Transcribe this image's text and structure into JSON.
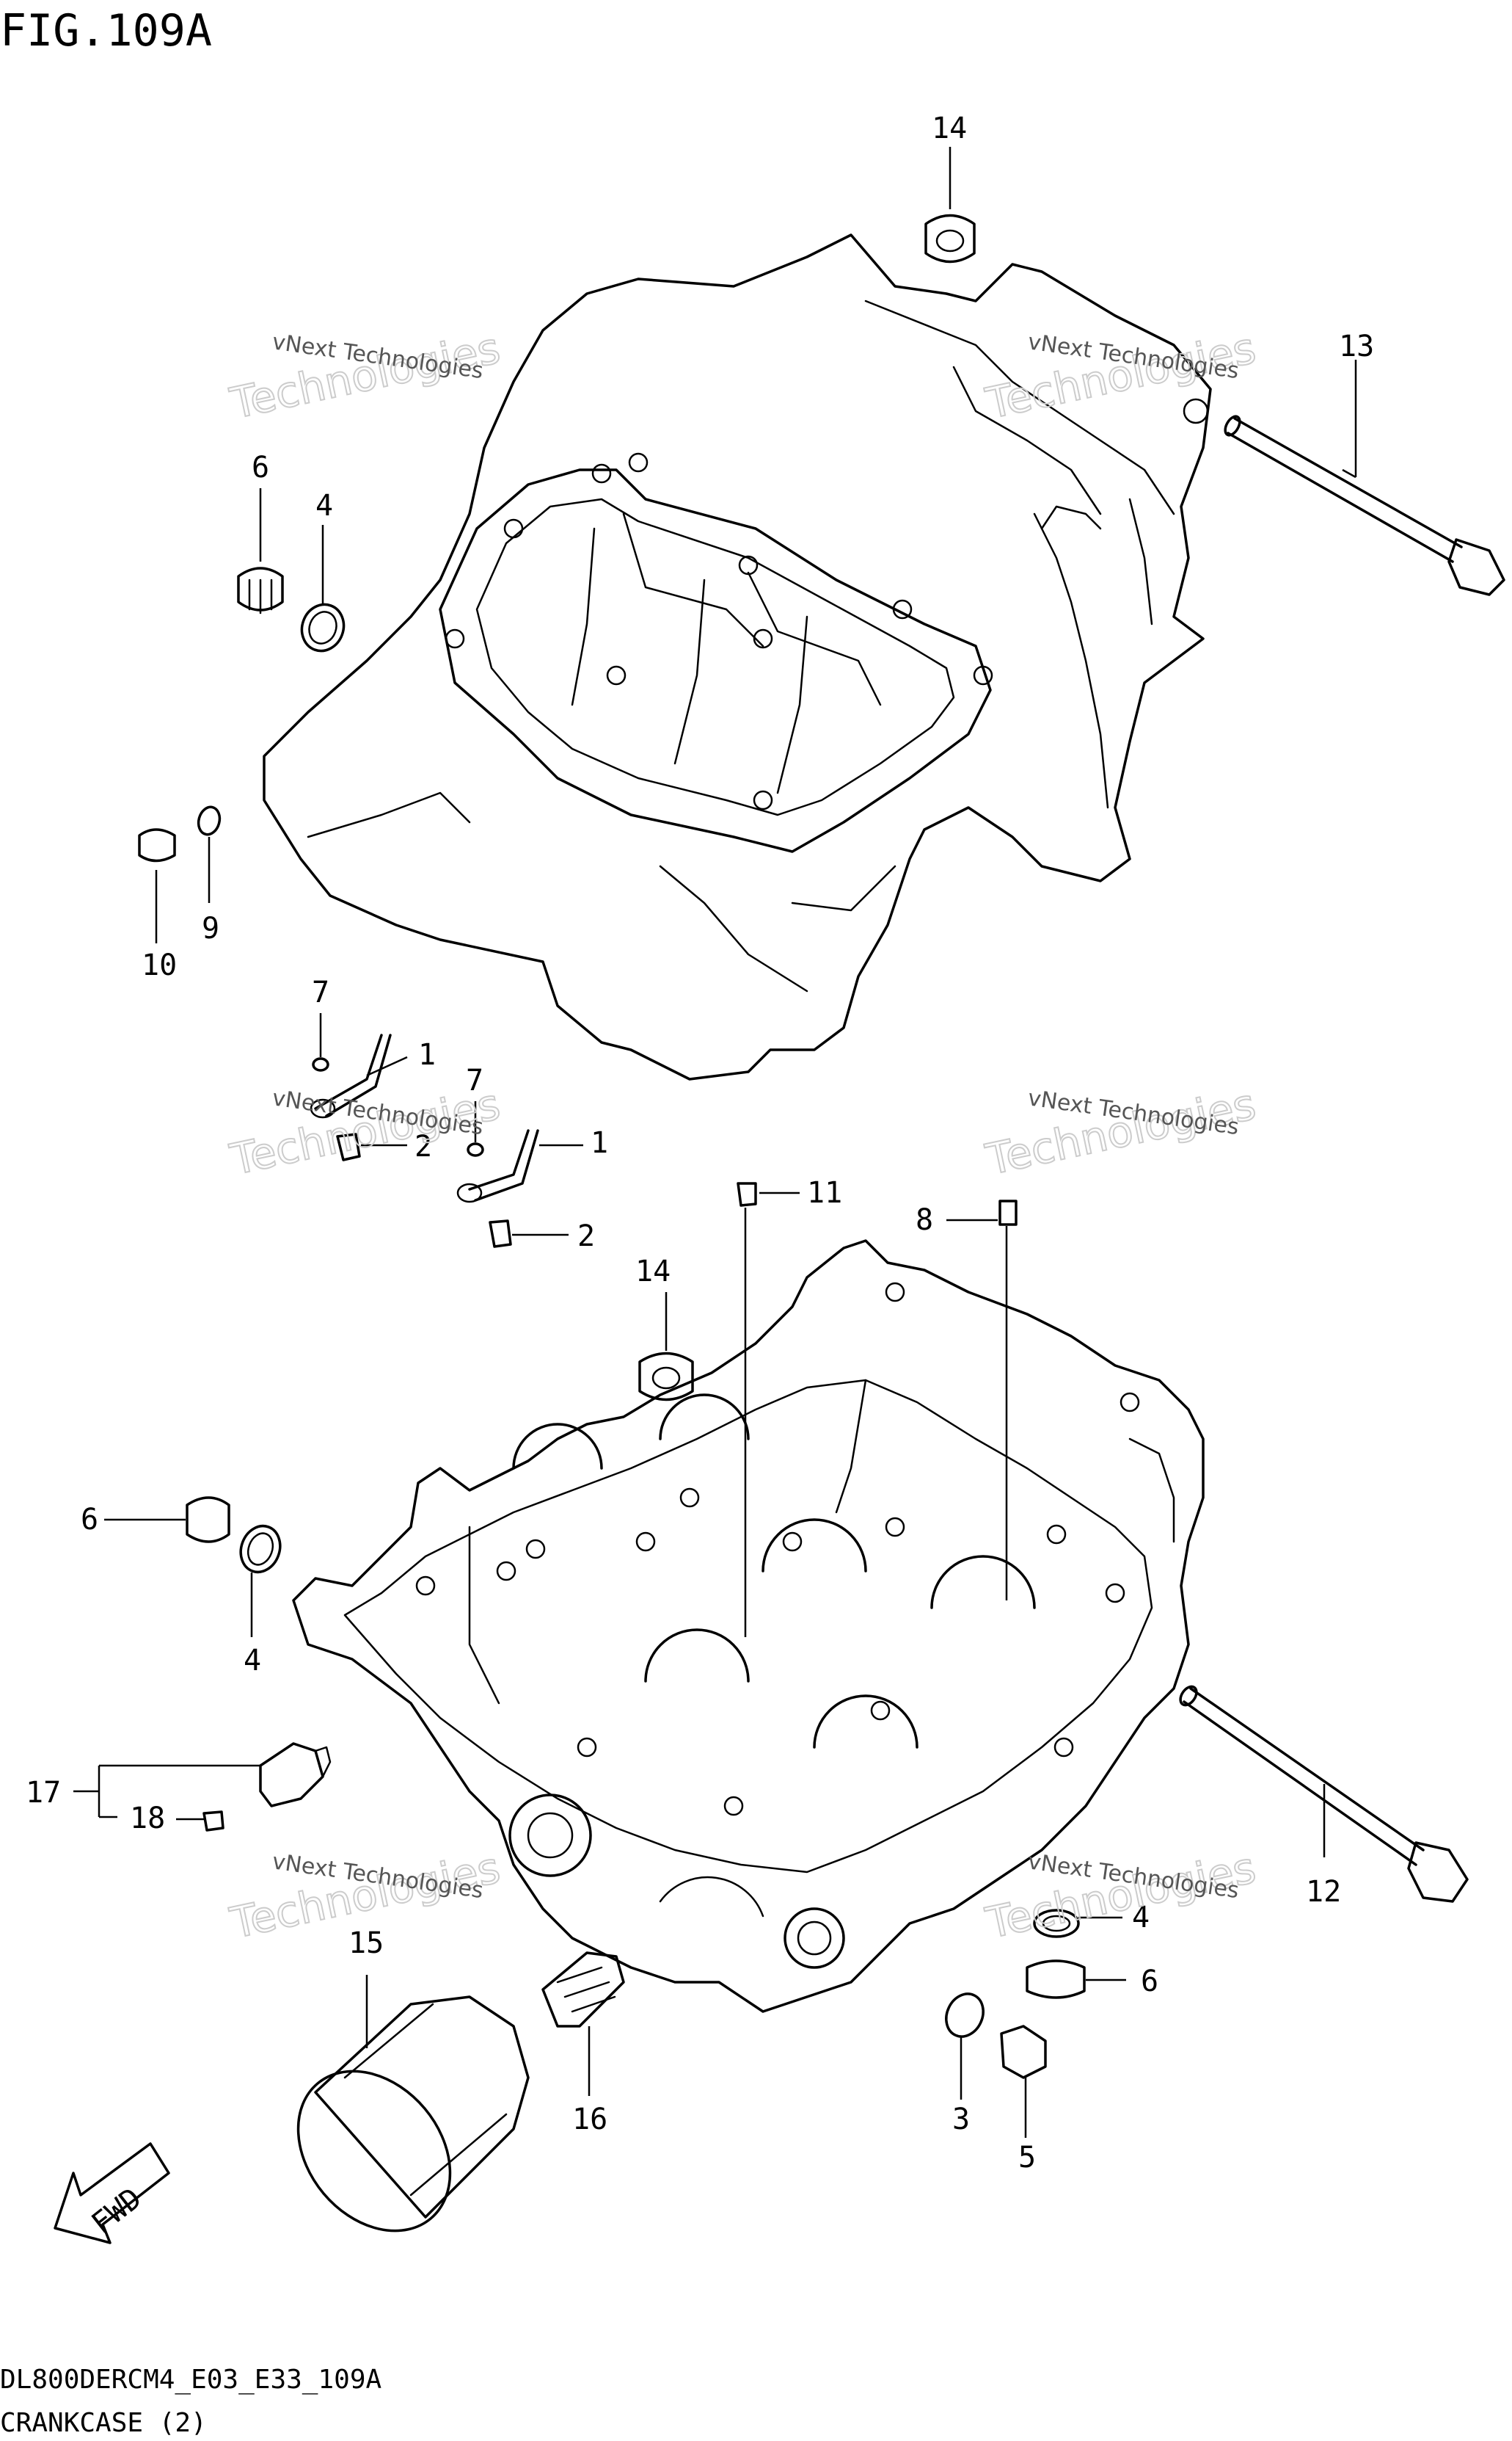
{
  "figure": {
    "title": "FIG.109A",
    "code": "DL800DERCM4_E03_E33_109A",
    "caption": "CRANKCASE (2)"
  },
  "watermark": {
    "line1": "vNext Technologies",
    "line2": "Technologies",
    "line3": "vNext"
  },
  "callouts": {
    "c1a": "1",
    "c1b": "1",
    "c2a": "2",
    "c2b": "2",
    "c3": "3",
    "c4a": "4",
    "c4b": "4",
    "c4c": "4",
    "c5": "5",
    "c6a": "6",
    "c6b": "6",
    "c6c": "6",
    "c7a": "7",
    "c7b": "7",
    "c8": "8",
    "c9": "9",
    "c10": "10",
    "c11": "11",
    "c12": "12",
    "c13": "13",
    "c14a": "14",
    "c14b": "14",
    "c15": "15",
    "c16": "16",
    "c17": "17",
    "c18": "18"
  },
  "fwd_label": "FWD"
}
